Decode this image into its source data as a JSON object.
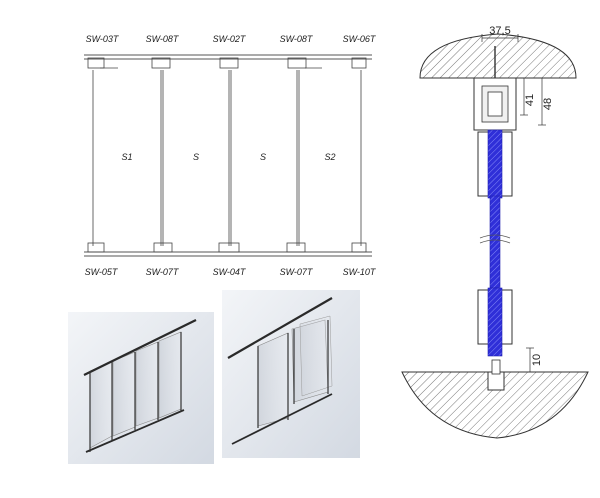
{
  "plan": {
    "top_labels": [
      "SW-03T",
      "SW-08T",
      "SW-02T",
      "SW-08T",
      "SW-06T"
    ],
    "bottom_labels": [
      "SW-05T",
      "SW-07T",
      "SW-04T",
      "SW-07T",
      "SW-10T"
    ],
    "panels": [
      "S1",
      "S",
      "S",
      "S2"
    ]
  },
  "section": {
    "dim_width": "37,5",
    "dim_height_inner": "41",
    "dim_height_outer": "48",
    "dim_gap": "10"
  },
  "colors": {
    "line": "#3a3a3a",
    "glass_fill": "#2f2fd8",
    "hatch": "#444444",
    "render_bg": "#dde2ea"
  }
}
